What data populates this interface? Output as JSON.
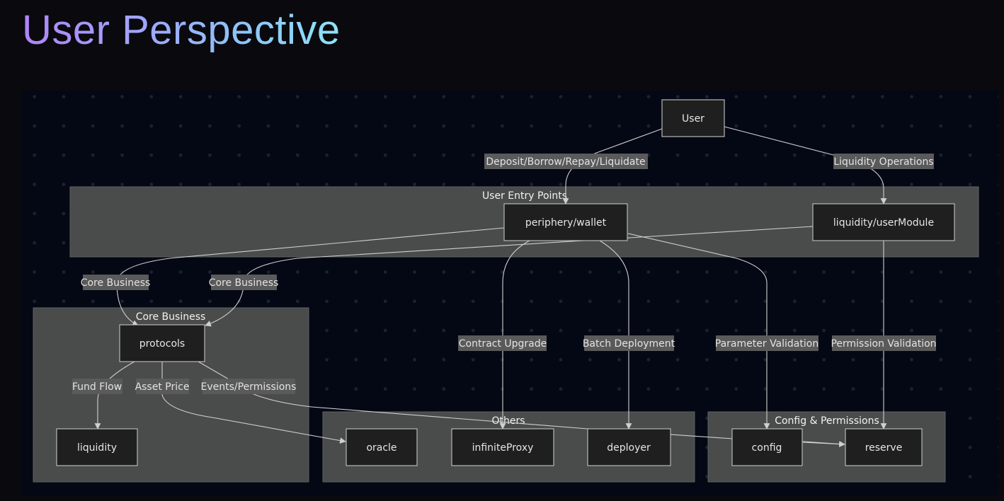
{
  "page": {
    "title": "User Perspective"
  },
  "diagram": {
    "subgraphs": {
      "entry": "User Entry Points",
      "core": "Core Business",
      "others": "Others",
      "config": "Config & Permissions"
    },
    "nodes": {
      "user": "User",
      "wallet": "periphery/wallet",
      "userModule": "liquidity/userModule",
      "protocols": "protocols",
      "liquidity": "liquidity",
      "oracle": "oracle",
      "infiniteProxy": "infiniteProxy",
      "deployer": "deployer",
      "config": "config",
      "reserve": "reserve"
    },
    "edges": [
      {
        "from": "User",
        "to": "periphery/wallet",
        "label": "Deposit/Borrow/Repay/Liquidate"
      },
      {
        "from": "User",
        "to": "liquidity/userModule",
        "label": "Liquidity Operations"
      },
      {
        "from": "periphery/wallet",
        "to": "protocols",
        "label": "Core Business"
      },
      {
        "from": "liquidity/userModule",
        "to": "protocols",
        "label": "Core Business"
      },
      {
        "from": "periphery/wallet",
        "to": "infiniteProxy",
        "label": "Contract Upgrade"
      },
      {
        "from": "periphery/wallet",
        "to": "deployer",
        "label": "Batch Deployment"
      },
      {
        "from": "periphery/wallet",
        "to": "config",
        "label": "Parameter Validation"
      },
      {
        "from": "liquidity/userModule",
        "to": "reserve",
        "label": "Permission Validation"
      },
      {
        "from": "protocols",
        "to": "liquidity",
        "label": "Fund Flow"
      },
      {
        "from": "protocols",
        "to": "oracle",
        "label": "Asset Price"
      },
      {
        "from": "protocols",
        "to": "reserve",
        "label": "Events/Permissions"
      },
      {
        "from": "config",
        "to": "reserve",
        "label": ""
      }
    ]
  }
}
